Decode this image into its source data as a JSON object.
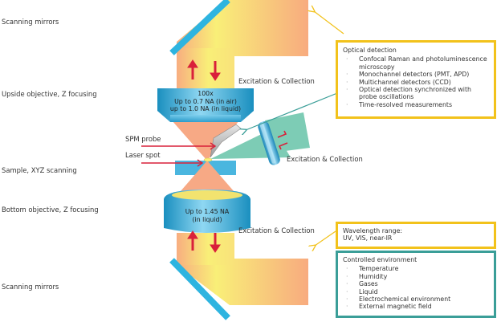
{
  "left_labels": {
    "scanning_mirrors_top": "Scanning mirrors",
    "upside_objective": "Upside objective, Z focusing",
    "spm_probe": "SPM probe",
    "laser_spot": "Laser spot",
    "sample": "Sample, XYZ scanning",
    "bottom_objective": "Bottom objective, Z focusing",
    "scanning_mirrors_bottom": "Scanning mirrors"
  },
  "beam_labels": {
    "top": "Excitation & Collection",
    "side": "Excitation & Collection",
    "bottom": "Excitation & Collection"
  },
  "top_objective": {
    "line1": "100x",
    "line2": "Up to 0.7 NA (in air)",
    "line3": "up to 1.0 NA (in liquid)"
  },
  "bottom_objective": {
    "line1": "Up to 1.45 NA",
    "line2": "(in liquid)"
  },
  "optical_detection": {
    "title": "Optical detection",
    "items": [
      "Confocal Raman and photoluminescence microscopy",
      "Monochannel detectors (PMT, APD)",
      "Multichannel detectors (CCD)",
      "Optical detection synchronized with probe oscillations",
      "Time-resolved measurements"
    ]
  },
  "wavelength": {
    "line1": "Wavelength range:",
    "line2": "UV, VIS, near-IR"
  },
  "environment": {
    "title": "Controlled environment",
    "items": [
      "Temperature",
      "Humidity",
      "Gases",
      "Liquid",
      "Electrochemical environment",
      "External magnetic field"
    ]
  },
  "colors": {
    "yellow_border": "#f2c21b",
    "teal_border": "#3a9e98",
    "mirror_blue": "#2eb4e0",
    "arrow_red": "#d9203a",
    "beam_orange": "#f8ad80",
    "beam_yellow": "#f9ef78",
    "cone_orange": "#f7a985",
    "side_beam": "#7dccb5"
  }
}
